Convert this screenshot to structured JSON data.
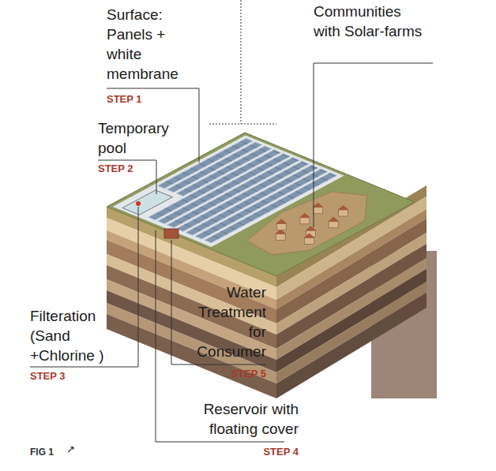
{
  "diagram": {
    "labels": [
      "Surface: Panels + white membrane",
      "STEP 1",
      "Communities with Solar-farms",
      "Temporary pool",
      "STEP 2",
      "Filteration (Sand +Chlorine )",
      "STEP 3",
      "Water Treatment for Consumer",
      "STEP 5",
      "Reservoir with floating cover",
      "STEP 4",
      "FIG 1",
      "↗"
    ]
  }
}
